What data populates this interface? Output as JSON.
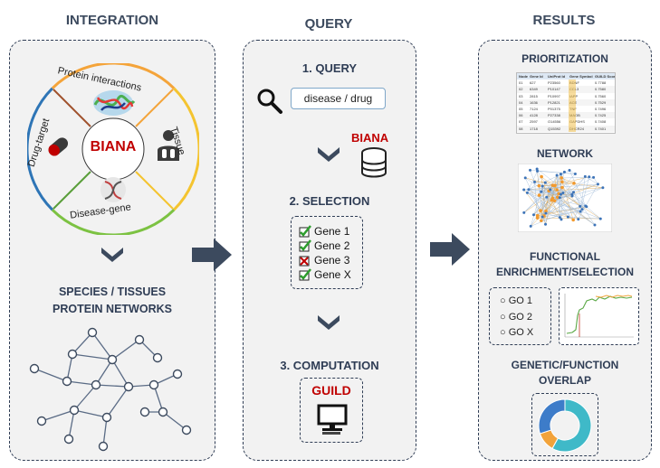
{
  "columns": {
    "integration": "INTEGRATION",
    "query": "QUERY",
    "results": "RESULTS"
  },
  "integration": {
    "center_label": "BIANA",
    "sectors": {
      "protein_interactions": "Protein interactions",
      "drug_target": "Drug-target",
      "tissue": "Tissue",
      "disease_gene": "Disease-gene"
    },
    "networks_label_line1": "SPECIES / TISSUES",
    "networks_label_line2": "PROTEIN NETWORKS"
  },
  "query": {
    "step1": "1. QUERY",
    "search_value": "disease / drug",
    "biana_label": "BIANA",
    "step2": "2. SELECTION",
    "genes": [
      "Gene 1",
      "Gene 2",
      "Gene 3",
      "Gene X"
    ],
    "gene_status": [
      "selected",
      "selected",
      "rejected",
      "selected"
    ],
    "step3": "3. COMPUTATION",
    "guild_label": "GUILD"
  },
  "results": {
    "prioritization": "PRIORITIZATION",
    "network": "NETWORK",
    "functional_line1": "FUNCTIONAL",
    "functional_line2": "ENRICHMENT/SELECTION",
    "go_terms": [
      "GO 1",
      "GO 2",
      "GO X"
    ],
    "overlap_line1": "GENETIC/FUNCTION",
    "overlap_line2": "OVERLAP"
  },
  "table": {
    "headers": [
      "Node",
      "Gene Id",
      "UniProt Id",
      "Gene Symbol",
      "GUILD Score"
    ],
    "rows": [
      [
        "01",
        "627",
        "P23560",
        "BDNF",
        "0.7788"
      ],
      [
        "02",
        "6349",
        "P10147",
        "CCL3",
        "0.7580"
      ],
      [
        "03",
        "2815",
        "P10997",
        "IAPP",
        "0.7560"
      ],
      [
        "04",
        "1636",
        "P12821",
        "ACE",
        "0.7529"
      ],
      [
        "05",
        "7124",
        "P01375",
        "TNF",
        "0.7496"
      ],
      [
        "06",
        "4128",
        "P27338",
        "MAOB",
        "0.7425"
      ],
      [
        "07",
        "2597",
        "O14556",
        "GAPDHS",
        "0.7408"
      ],
      [
        "08",
        "1718",
        "Q15392",
        "DHCR24",
        "0.7401"
      ]
    ]
  },
  "donut": {
    "segments": [
      {
        "value": 0.58,
        "color": "#3fb9c8"
      },
      {
        "value": 0.12,
        "color": "#f2a33a"
      },
      {
        "value": 0.3,
        "color": "#3d7cc9"
      }
    ]
  },
  "colors": {
    "panel_border": "#2f3d55",
    "arrow": "#3c4a5e",
    "biana_red": "#c00000",
    "ring_orange": "#f4a43a",
    "ring_green": "#7cc242",
    "ring_blue": "#2e75b6",
    "ring_yellow": "#f4c430"
  }
}
